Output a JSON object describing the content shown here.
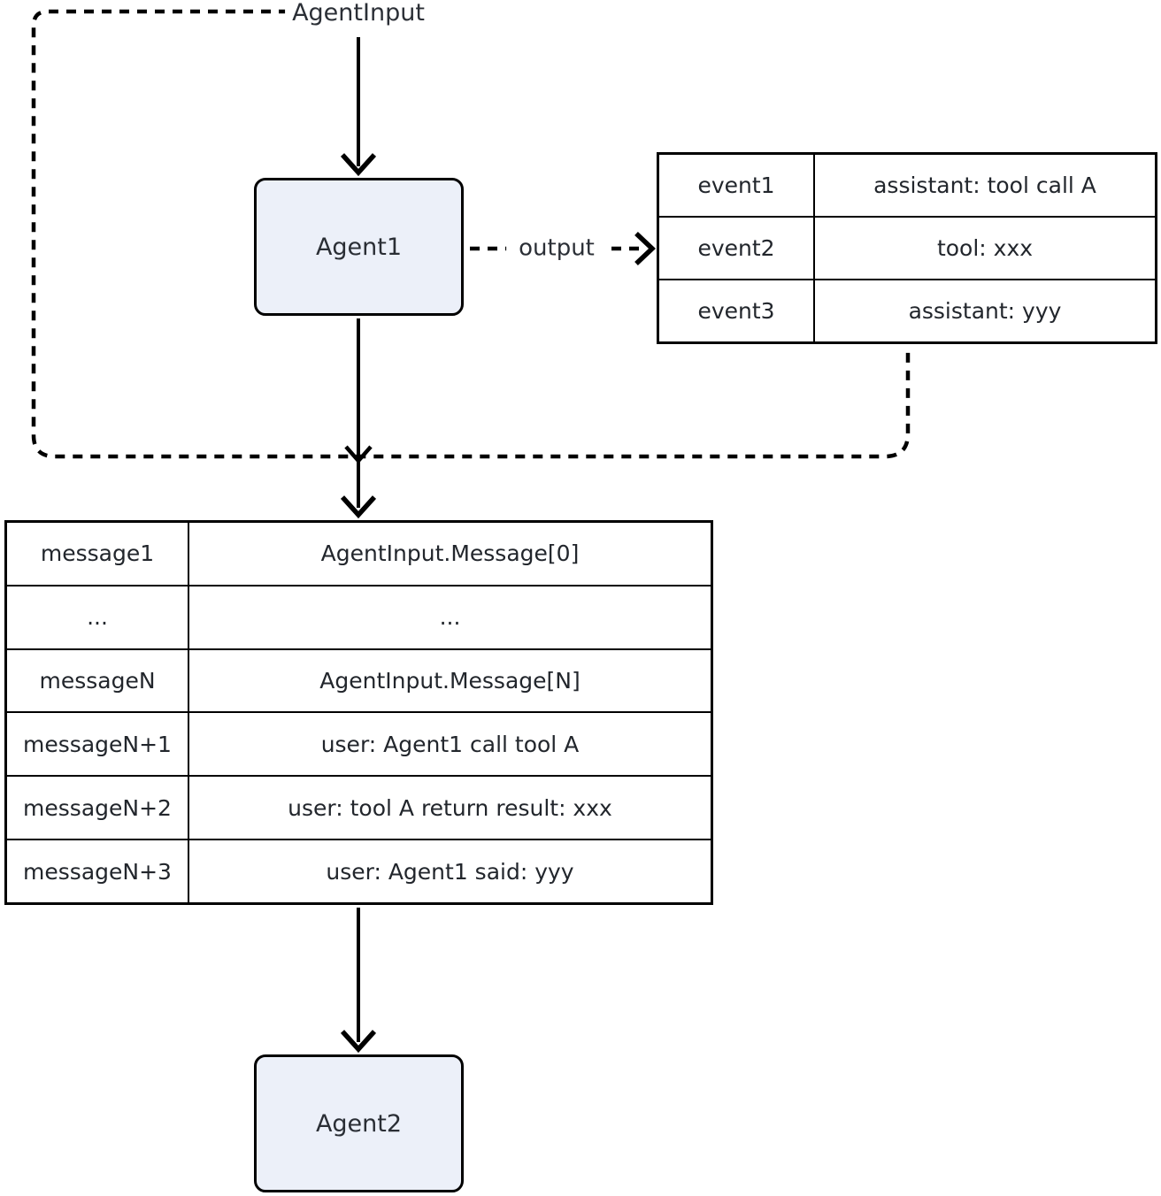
{
  "labels": {
    "agent_input": "AgentInput",
    "output": "output"
  },
  "nodes": {
    "agent1": "Agent1",
    "agent2": "Agent2"
  },
  "event_table": {
    "rows": [
      {
        "key": "event1",
        "value": "assistant: tool call A"
      },
      {
        "key": "event2",
        "value": "tool: xxx"
      },
      {
        "key": "event3",
        "value": "assistant: yyy"
      }
    ]
  },
  "message_table": {
    "rows": [
      {
        "key": "message1",
        "value": "AgentInput.Message[0]"
      },
      {
        "key": "...",
        "value": "..."
      },
      {
        "key": "messageN",
        "value": "AgentInput.Message[N]"
      },
      {
        "key": "messageN+1",
        "value": "user: Agent1 call tool A"
      },
      {
        "key": "messageN+2",
        "value": "user: tool A return result: xxx"
      },
      {
        "key": "messageN+3",
        "value": "user: Agent1 said: yyy"
      }
    ]
  },
  "colors": {
    "node_fill": "#ecf0f9",
    "node_border": "#000000",
    "line": "#000000",
    "text": "#24282e"
  }
}
